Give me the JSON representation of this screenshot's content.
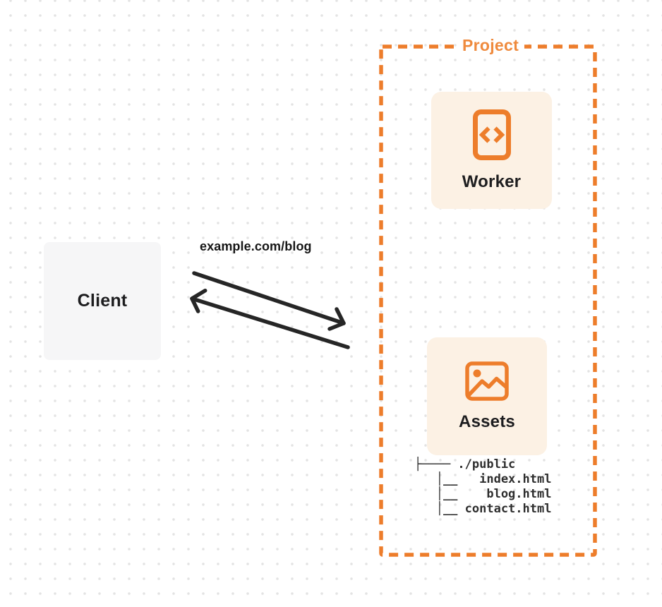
{
  "diagram": {
    "client": {
      "label": "Client"
    },
    "request_label": "example.com/blog",
    "project": {
      "title": "Project",
      "worker": {
        "label": "Worker",
        "icon": "code-document-icon"
      },
      "assets": {
        "label": "Assets",
        "icon": "image-icon",
        "file_tree_lines": [
          "├──── ./public",
          "   │__   index.html",
          "   │__    blog.html",
          "   │__ contact.html"
        ]
      }
    },
    "colors": {
      "accent_orange": "#ED7D2B",
      "title_orange": "#EF8A3D",
      "panel_cream": "#FCF1E4",
      "client_gray": "#F6F6F7",
      "arrow_dark": "#262626",
      "text_dark": "#1D1D1F",
      "dot_grid": "#E3E3E3"
    }
  }
}
